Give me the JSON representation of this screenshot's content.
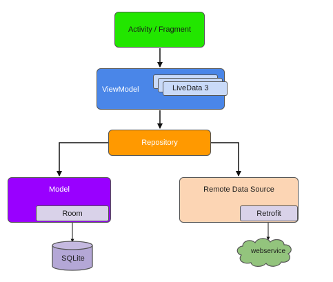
{
  "nodes": {
    "activity": "Activity / Fragment",
    "viewmodel": "ViewModel",
    "livedata": "LiveData 3",
    "repository": "Repository",
    "model": "Model",
    "room": "Room",
    "remote": "Remote Data Source",
    "retrofit": "Retrofit",
    "sqlite": "SQLite",
    "webservice": "webservice"
  },
  "colors": {
    "activity": "#22e600",
    "viewmodel": "#4a86e8",
    "livedata": "#c9daf8",
    "repository": "#ff9900",
    "model": "#9900ff",
    "room": "#d9d2e9",
    "remote": "#fcd5b4",
    "retrofit": "#d9d2e9",
    "sqlite": "#b4a7d6",
    "webservice": "#93c47d"
  },
  "edges": [
    [
      "activity",
      "viewmodel"
    ],
    [
      "viewmodel",
      "repository"
    ],
    [
      "repository",
      "model"
    ],
    [
      "repository",
      "remote"
    ],
    [
      "room",
      "sqlite"
    ],
    [
      "retrofit",
      "webservice"
    ]
  ]
}
